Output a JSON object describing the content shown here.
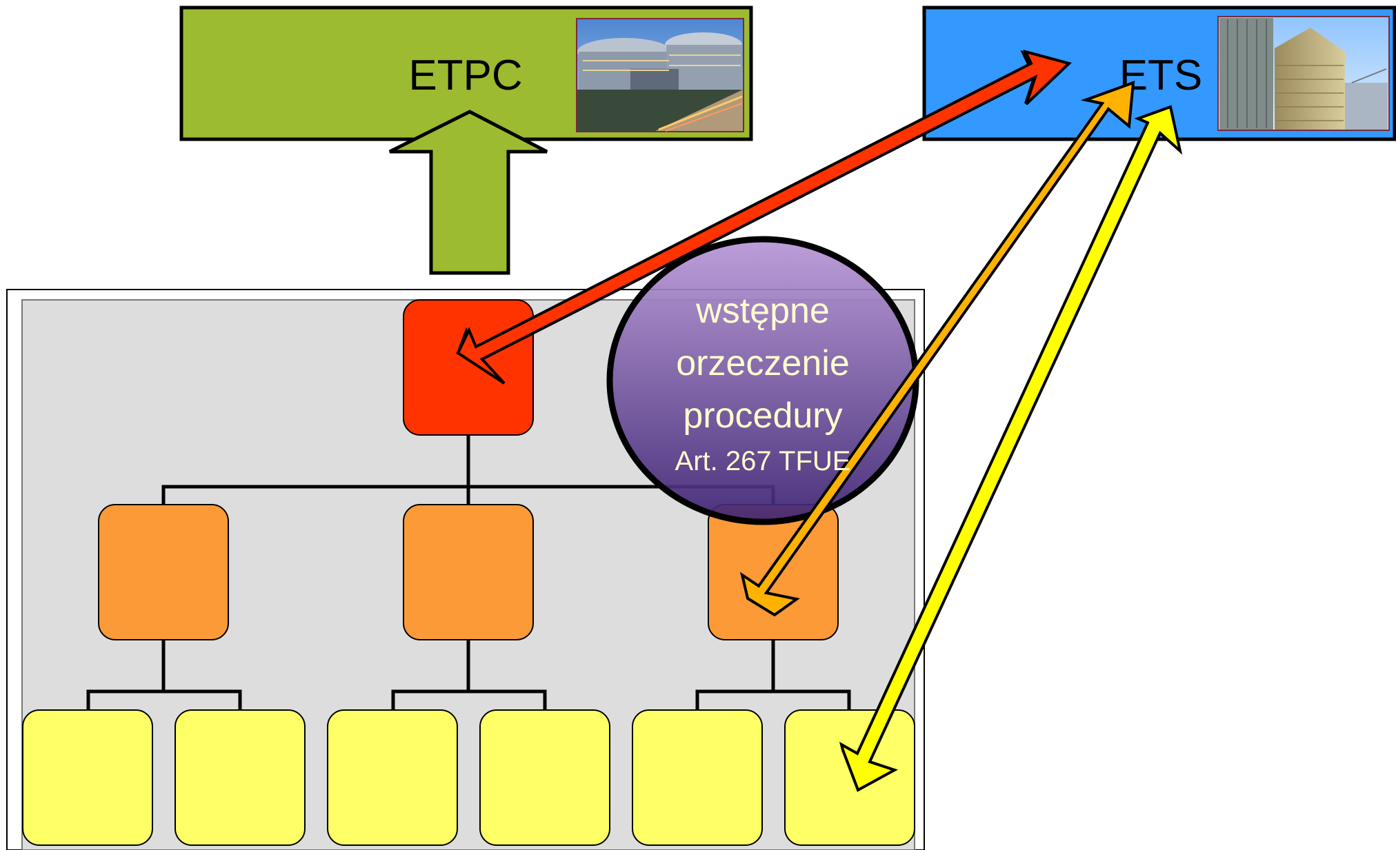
{
  "etpc": {
    "label": "ETPC",
    "color": "#9cbb30",
    "photo": "court-building-photo"
  },
  "ets": {
    "label": "ETS",
    "color": "#3399ff",
    "photo": "court-building-photo"
  },
  "bubble": {
    "line1": "wstępne",
    "line2": "orzeczenie",
    "line3": "procedury",
    "line4": "Art. 267 TFUE"
  },
  "colors": {
    "top_court": "#ff3300",
    "appeal_courts": "#fc9a37",
    "first_instance_courts": "#ffff66",
    "panel": "#dddddd",
    "arrow_red": "#ff3300",
    "arrow_orange": "#ffb300",
    "arrow_yellow": "#ffff00",
    "bubble_text": "#ffffcc"
  }
}
